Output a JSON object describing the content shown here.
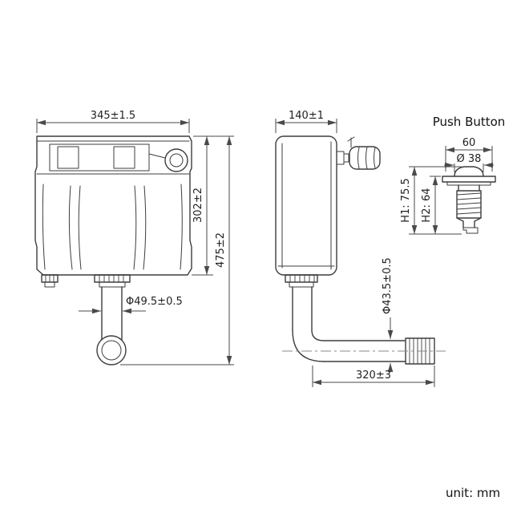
{
  "front_view": {
    "width_dim": "345±1.5",
    "tank_height_dim": "302±2",
    "overall_height_dim": "475±2",
    "outlet_diameter_dim": "Φ49.5±0.5"
  },
  "side_view": {
    "depth_dim": "140±1",
    "pipe_diameter_dim": "Φ43.5±0.5",
    "pipe_length_dim": "320±3"
  },
  "push_button": {
    "title": "Push Button",
    "width_dim": "60",
    "diameter_dim": "Ø 38",
    "h1_dim": "H1: 75.5",
    "h2_dim": "H2: 64"
  },
  "footer": {
    "unit_label": "unit: mm"
  },
  "colors": {
    "line": "#3d3d3d",
    "dimension": "#4a4a4a",
    "background": "#ffffff"
  }
}
